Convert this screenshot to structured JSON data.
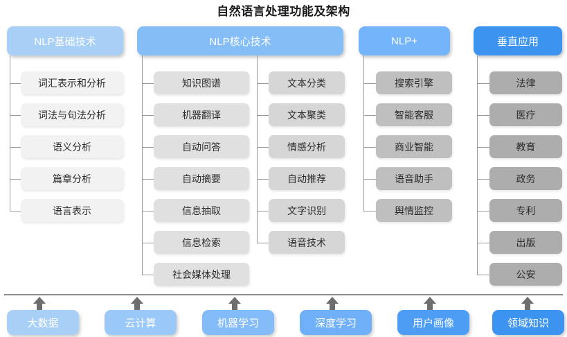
{
  "title": "自然语言处理功能及架构",
  "colors": {
    "header_1": "#a8d0f7",
    "header_2": "#85bdf7",
    "header_3": "#73b4fa",
    "header_4": "#3d93f0",
    "leaf_1": "#f2f2f2",
    "leaf_2": "#e0e0e0",
    "leaf_3": "#d6d6d6",
    "leaf_4": "#bfbfbf",
    "leaf_5": "#adadad",
    "connector": "#9a9a9a",
    "divider": "#8d8d8d",
    "arrow": "#6e6e6e",
    "title_text": "#1b1b1b"
  },
  "columns": [
    {
      "header": "NLP基础技术",
      "header_color_key": "header_1",
      "leaf_color_key": "leaf_1",
      "items": [
        "词汇表示和分析",
        "词法与句法分析",
        "语义分析",
        "篇章分析",
        "语言表示"
      ]
    },
    {
      "header": "NLP核心技术",
      "header_color_key": "header_2",
      "leaf_color_key": "leaf_2",
      "items_left": [
        "知识图谱",
        "机器翻译",
        "自动问答",
        "自动摘要",
        "信息抽取",
        "信息检索",
        "社会媒体处理"
      ],
      "items_right": [
        "文本分类",
        "文本聚类",
        "情感分析",
        "自动推荐",
        "文字识别",
        "语音技术"
      ]
    },
    {
      "header": "NLP+",
      "header_color_key": "header_3",
      "leaf_color_key": "leaf_4",
      "items": [
        "搜索引擎",
        "智能客服",
        "商业智能",
        "语音助手",
        "舆情监控"
      ]
    },
    {
      "header": "垂直应用",
      "header_color_key": "header_4",
      "leaf_color_key": "leaf_5",
      "items": [
        "法律",
        "医疗",
        "教育",
        "政务",
        "专利",
        "出版",
        "公安"
      ]
    }
  ],
  "foundation": {
    "items": [
      {
        "label": "大数据",
        "color": "#a8d0f7"
      },
      {
        "label": "云计算",
        "color": "#9ac8f8"
      },
      {
        "label": "机器学习",
        "color": "#83bcf8"
      },
      {
        "label": "深度学习",
        "color": "#6fb0f8"
      },
      {
        "label": "用户画像",
        "color": "#4e9df4"
      },
      {
        "label": "领域知识",
        "color": "#3d93f0"
      }
    ],
    "arrow_icon": "up-arrow-icon"
  }
}
